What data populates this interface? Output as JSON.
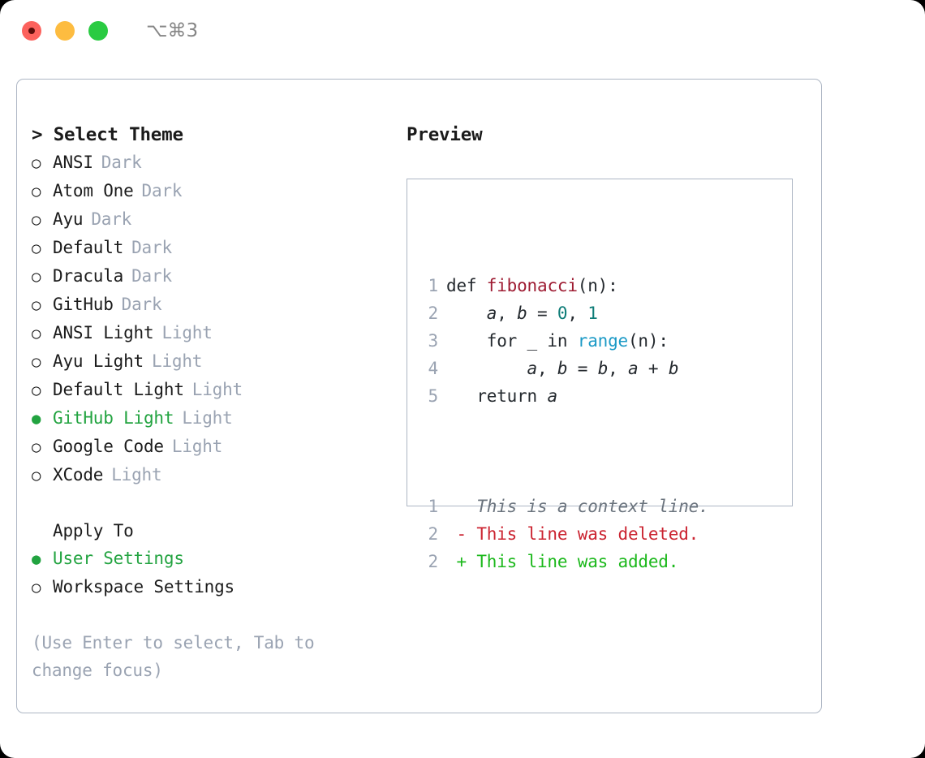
{
  "window": {
    "traffic_lights": [
      "close",
      "minimize",
      "zoom"
    ],
    "shortcut_label": "⌥⌘3",
    "colors": {
      "close": "#fc625d",
      "minimize": "#fdbc40",
      "zoom": "#2acb42",
      "accent_green": "#22a340",
      "muted": "#9aa3b2",
      "border": "#adb6c4"
    }
  },
  "theme_picker": {
    "title": "> Select Theme",
    "marker_selected": "●",
    "marker_unselected": "○",
    "items": [
      {
        "name": "ANSI",
        "kind": "Dark",
        "selected": false
      },
      {
        "name": "Atom One",
        "kind": "Dark",
        "selected": false
      },
      {
        "name": "Ayu",
        "kind": "Dark",
        "selected": false
      },
      {
        "name": "Default",
        "kind": "Dark",
        "selected": false
      },
      {
        "name": "Dracula",
        "kind": "Dark",
        "selected": false
      },
      {
        "name": "GitHub",
        "kind": "Dark",
        "selected": false
      },
      {
        "name": "ANSI Light",
        "kind": "Light",
        "selected": false
      },
      {
        "name": "Ayu Light",
        "kind": "Light",
        "selected": false
      },
      {
        "name": "Default Light",
        "kind": "Light",
        "selected": false
      },
      {
        "name": "GitHub Light",
        "kind": "Light",
        "selected": true
      },
      {
        "name": "Google Code",
        "kind": "Light",
        "selected": false
      },
      {
        "name": "XCode",
        "kind": "Light",
        "selected": false
      }
    ]
  },
  "apply_to": {
    "title": "Apply To",
    "items": [
      {
        "name": "User Settings",
        "selected": true
      },
      {
        "name": "Workspace Settings",
        "selected": false
      }
    ]
  },
  "hint": "(Use Enter to select, Tab to change focus)",
  "preview": {
    "title": "Preview",
    "code_lines": [
      {
        "number": "1",
        "tokens": [
          {
            "text": "def ",
            "type": "plain"
          },
          {
            "text": "fibonacci",
            "type": "fn"
          },
          {
            "text": "(n):",
            "type": "plain"
          }
        ]
      },
      {
        "number": "2",
        "tokens": [
          {
            "text": "    ",
            "type": "plain"
          },
          {
            "text": "a",
            "type": "var"
          },
          {
            "text": ", ",
            "type": "plain"
          },
          {
            "text": "b",
            "type": "var"
          },
          {
            "text": " = ",
            "type": "plain"
          },
          {
            "text": "0",
            "type": "num"
          },
          {
            "text": ", ",
            "type": "plain"
          },
          {
            "text": "1",
            "type": "num"
          }
        ]
      },
      {
        "number": "3",
        "tokens": [
          {
            "text": "    for _ in ",
            "type": "plain"
          },
          {
            "text": "range",
            "type": "call"
          },
          {
            "text": "(n):",
            "type": "plain"
          }
        ]
      },
      {
        "number": "4",
        "tokens": [
          {
            "text": "        ",
            "type": "plain"
          },
          {
            "text": "a",
            "type": "var"
          },
          {
            "text": ", ",
            "type": "plain"
          },
          {
            "text": "b",
            "type": "var"
          },
          {
            "text": " = ",
            "type": "plain"
          },
          {
            "text": "b",
            "type": "var"
          },
          {
            "text": ", ",
            "type": "plain"
          },
          {
            "text": "a",
            "type": "var"
          },
          {
            "text": " + ",
            "type": "plain"
          },
          {
            "text": "b",
            "type": "var"
          }
        ]
      },
      {
        "number": "5",
        "tokens": [
          {
            "text": "   return ",
            "type": "plain"
          },
          {
            "text": "a",
            "type": "var"
          }
        ]
      }
    ],
    "diff_lines": [
      {
        "number": "1",
        "sign": " ",
        "text": "This is a context line.",
        "type": "context"
      },
      {
        "number": "2",
        "sign": "-",
        "text": "This line was deleted.",
        "type": "deleted"
      },
      {
        "number": "2",
        "sign": "+",
        "text": "This line was added.",
        "type": "added"
      }
    ]
  }
}
